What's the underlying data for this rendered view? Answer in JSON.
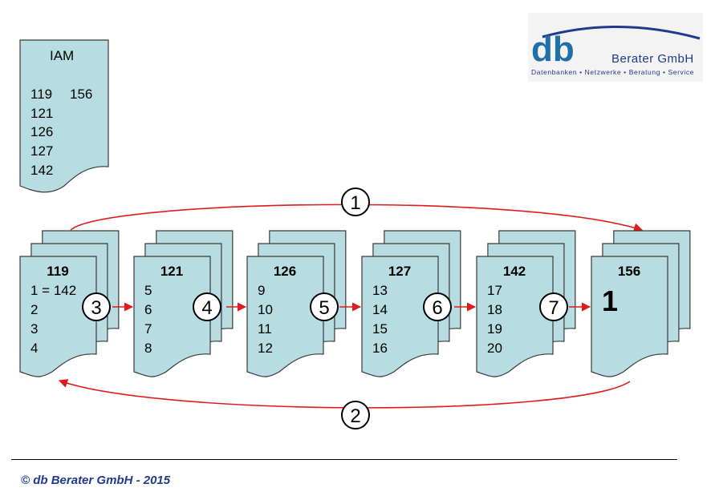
{
  "logo": {
    "mark": "db",
    "name": "Berater GmbH",
    "tagline": "Datenbanken • Netzwerke • Beratung • Service"
  },
  "iam": {
    "title": "IAM",
    "rows": [
      "119",
      "121",
      "126",
      "127",
      "142"
    ],
    "side_value": "156"
  },
  "pages": [
    {
      "id": "119",
      "lines": [
        "1 = 142",
        "2",
        "3",
        "4"
      ]
    },
    {
      "id": "121",
      "lines": [
        "5",
        "6",
        "7",
        "8"
      ]
    },
    {
      "id": "126",
      "lines": [
        "9",
        "10",
        "11",
        "12"
      ]
    },
    {
      "id": "127",
      "lines": [
        "13",
        "14",
        "15",
        "16"
      ]
    },
    {
      "id": "142",
      "lines": [
        "17",
        "18",
        "19",
        "20"
      ]
    },
    {
      "id": "156",
      "lines": [],
      "big": "1"
    }
  ],
  "steps": {
    "top": "1",
    "bottom": "2",
    "chain": [
      "3",
      "4",
      "5",
      "6",
      "7"
    ]
  },
  "colors": {
    "page_fill": "#b7dde2",
    "arrow": "#e11b1b",
    "brand": "#1f3a8f"
  },
  "footer": "© db Berater GmbH - 2015"
}
